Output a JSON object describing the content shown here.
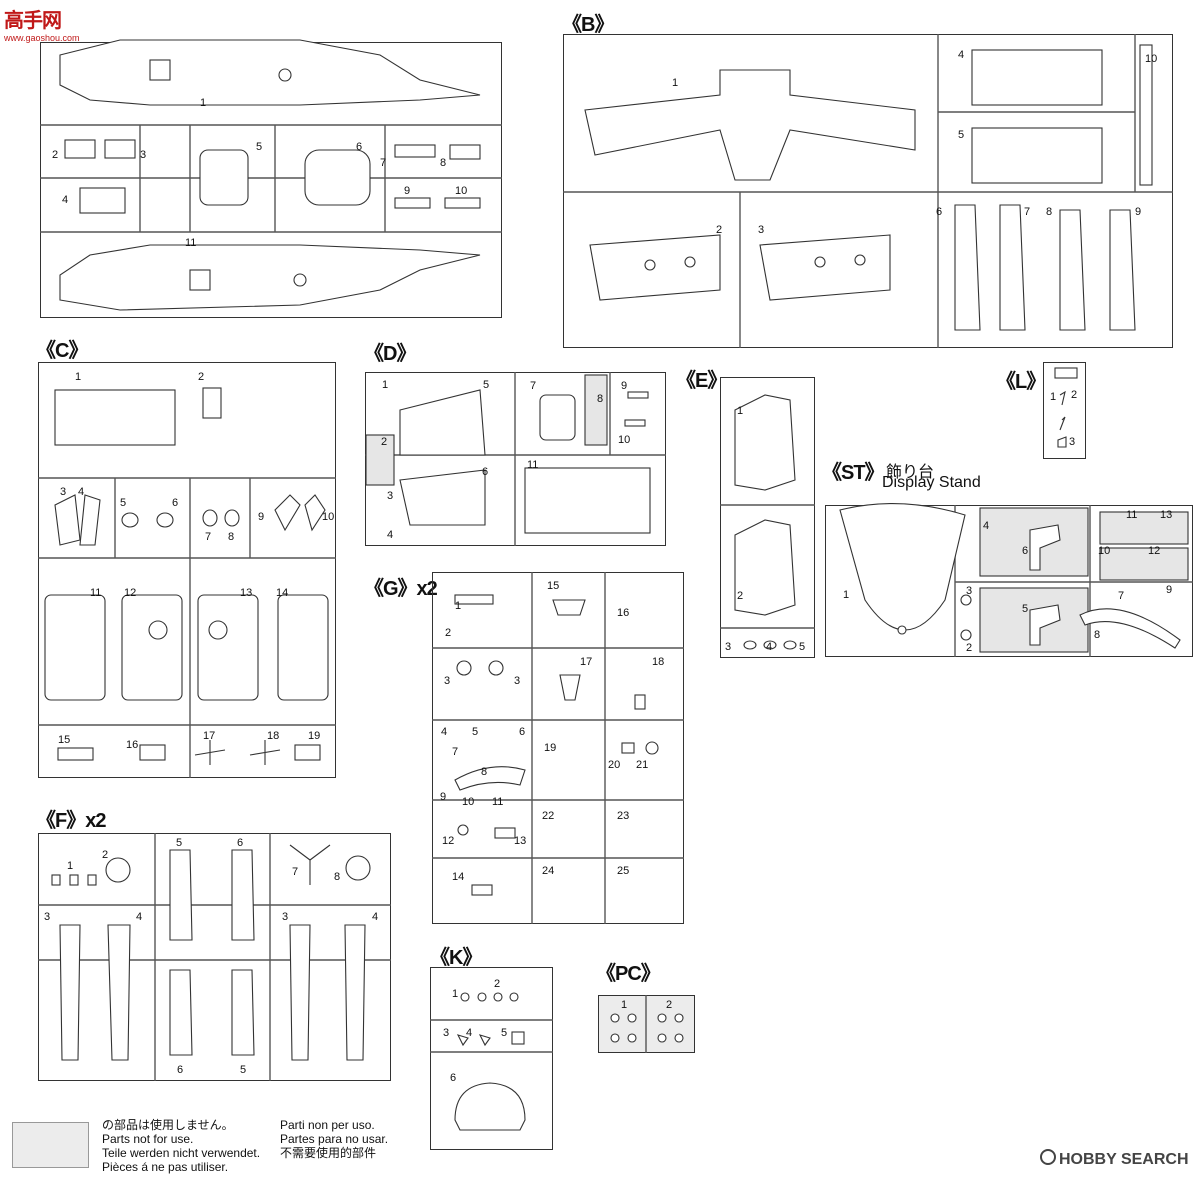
{
  "logo": {
    "text": "高手网",
    "subtext": "www.gaoshou.com"
  },
  "sprues": {
    "A": {
      "parts": [
        "1",
        "2",
        "3",
        "4",
        "5",
        "6",
        "7",
        "8",
        "9",
        "10",
        "11"
      ]
    },
    "B": {
      "label": "《B》",
      "parts": [
        "1",
        "2",
        "3",
        "4",
        "5",
        "6",
        "7",
        "8",
        "9",
        "10"
      ]
    },
    "C": {
      "label": "《C》",
      "parts": [
        "1",
        "2",
        "3",
        "4",
        "5",
        "6",
        "7",
        "8",
        "9",
        "10",
        "11",
        "12",
        "13",
        "14",
        "15",
        "16",
        "17",
        "18",
        "19"
      ]
    },
    "D": {
      "label": "《D》",
      "parts": [
        "1",
        "2",
        "3",
        "4",
        "5",
        "6",
        "7",
        "8",
        "9",
        "10",
        "11"
      ]
    },
    "E": {
      "label": "《E》",
      "parts": [
        "1",
        "2",
        "3",
        "4",
        "5"
      ]
    },
    "L": {
      "label": "《L》",
      "parts": [
        "1",
        "2",
        "3"
      ]
    },
    "ST": {
      "label": "《ST》",
      "jp": "飾り台",
      "en": "Display Stand",
      "parts": [
        "1",
        "2",
        "3",
        "4",
        "5",
        "6",
        "7",
        "8",
        "9",
        "10",
        "11",
        "12",
        "13"
      ]
    },
    "G": {
      "label": "《G》x2",
      "parts": [
        "1",
        "2",
        "3",
        "3",
        "4",
        "5",
        "6",
        "7",
        "8",
        "9",
        "10",
        "11",
        "12",
        "13",
        "14",
        "15",
        "16",
        "17",
        "18",
        "19",
        "20",
        "21",
        "22",
        "23",
        "24",
        "25"
      ]
    },
    "F": {
      "label": "《F》x2",
      "parts": [
        "1",
        "2",
        "3",
        "4",
        "5",
        "6",
        "7",
        "8",
        "3",
        "4",
        "6",
        "5"
      ]
    },
    "K": {
      "label": "《K》",
      "parts": [
        "1",
        "2",
        "3",
        "4",
        "5",
        "6"
      ]
    },
    "PC": {
      "label": "《PC》",
      "parts": [
        "1",
        "2"
      ]
    }
  },
  "legend": {
    "col1": [
      "の部品は使用しません。",
      "Parts not for use.",
      "Teile werden nicht verwendet.",
      "Pièces á ne pas utiliser."
    ],
    "col2": [
      "Parti non per uso.",
      "Partes para no usar.",
      "不需要使用的部件"
    ]
  },
  "watermark": {
    "text": "HOBBY SEARCH"
  }
}
